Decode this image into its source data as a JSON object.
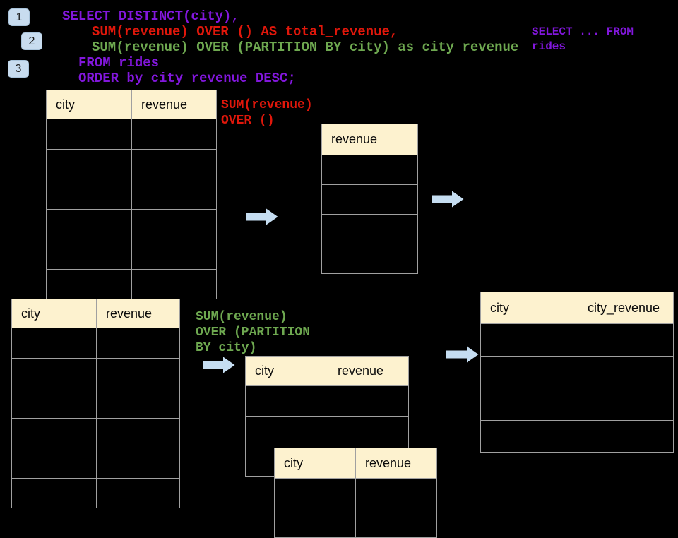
{
  "slide": {
    "background": "#000000",
    "topic": "SQL window functions: SUM OVER and PARTITION BY"
  },
  "colors": {
    "purple": "#8217dc",
    "red": "#e0170b",
    "green": "#6ea850",
    "table_header_bg": "#fdf2cf",
    "table_border": "#a0a0a0",
    "arrow": "#c5ddf1",
    "badge_bg": "#c8dcef"
  },
  "badges": [
    {
      "label": "1"
    },
    {
      "label": "2"
    },
    {
      "label": "3"
    }
  ],
  "sql": {
    "lines": [
      {
        "text": "SELECT DISTINCT(city),",
        "color": "purple"
      },
      {
        "text": "SUM(revenue) OVER () AS total_revenue,",
        "color": "red"
      },
      {
        "text": "SUM(revenue) OVER (PARTITION BY city) as city_revenue",
        "color": "green"
      },
      {
        "text": "FROM rides",
        "color": "purple"
      },
      {
        "text": "ORDER by city_revenue DESC;",
        "color": "purple"
      }
    ]
  },
  "note": {
    "line1": "SELECT ... FROM",
    "line2": "rides"
  },
  "labels": {
    "total": {
      "line1": "SUM(revenue)",
      "line2": "OVER ()"
    },
    "partition": {
      "line1": "SUM(revenue)",
      "line2": "OVER (PARTITION",
      "line3": "BY city)"
    }
  },
  "tables": {
    "source_top": {
      "headers": [
        "city",
        "revenue"
      ],
      "rows_shown": 6
    },
    "total_revenue": {
      "headers": [
        "revenue"
      ],
      "rows_shown": 4
    },
    "source_bottom": {
      "headers": [
        "city",
        "revenue"
      ],
      "rows_shown": 6
    },
    "partition_mid": {
      "headers": [
        "city",
        "revenue"
      ],
      "rows_shown": 3
    },
    "partition_overlap": {
      "headers": [
        "city",
        "revenue"
      ],
      "rows_shown": 2
    },
    "result": {
      "headers": [
        "city",
        "city_revenue"
      ],
      "rows_shown": 4
    }
  }
}
